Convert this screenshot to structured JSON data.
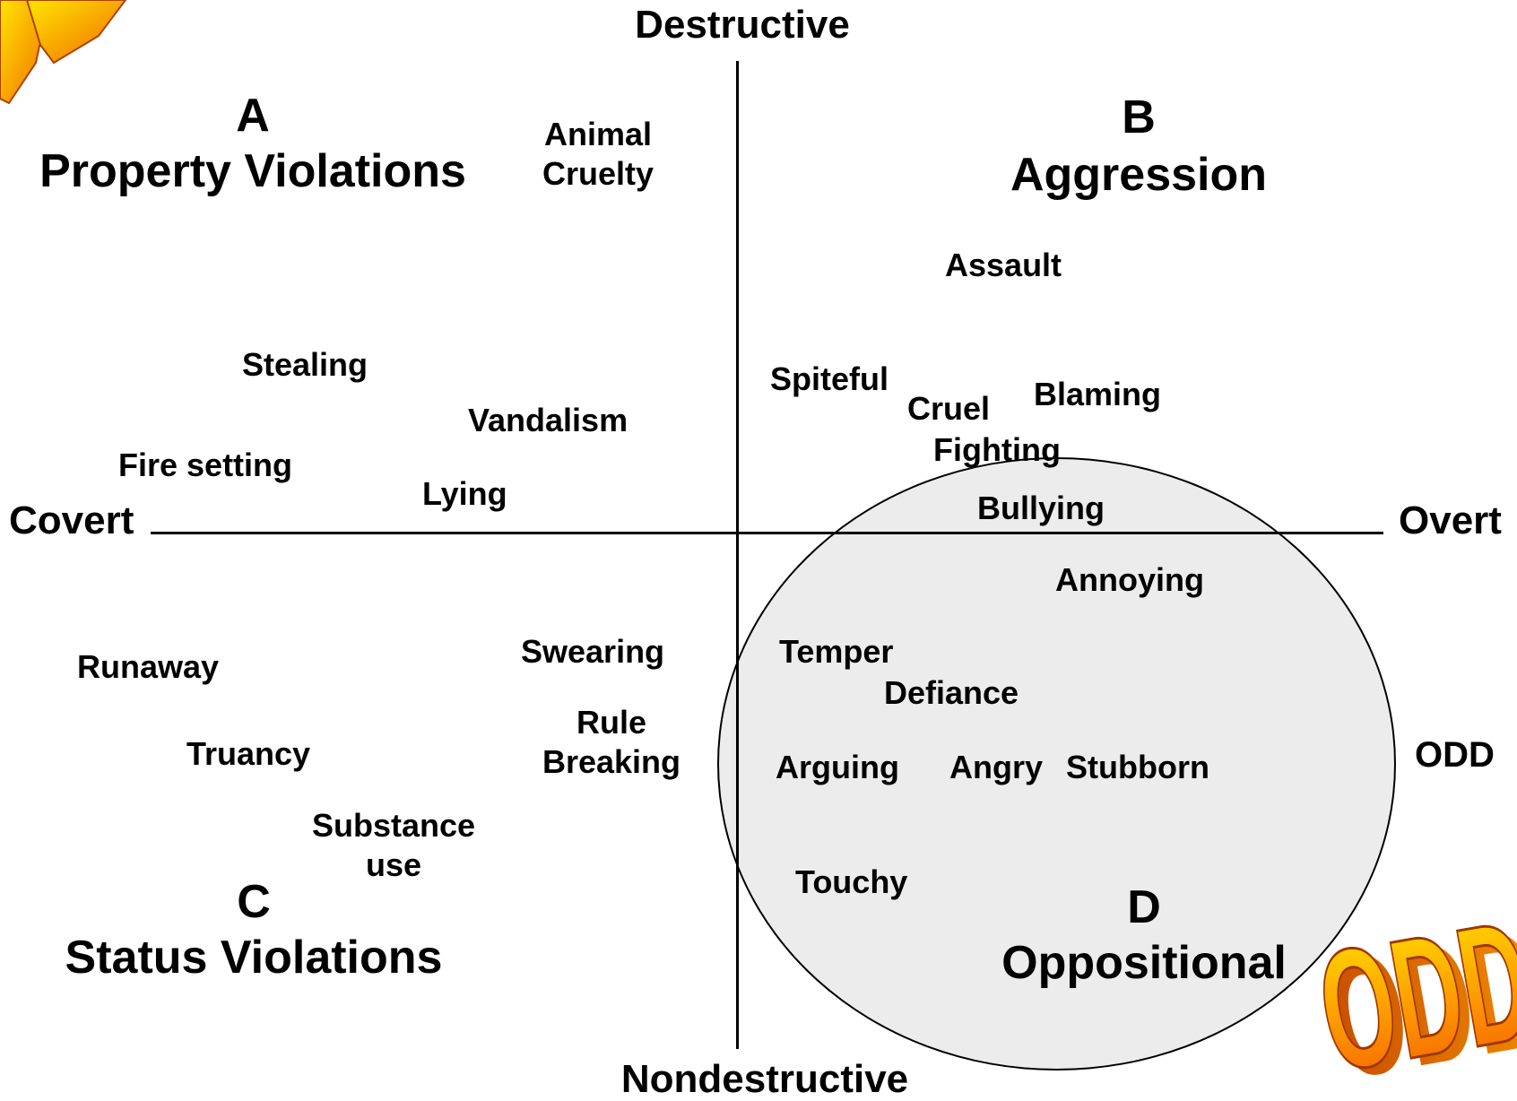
{
  "axes": {
    "top": "Destructive",
    "bottom": "Nondestructive",
    "left": "Covert",
    "right": "Overt"
  },
  "quadrants": {
    "a": {
      "letter": "A",
      "title": "Property Violations"
    },
    "b": {
      "letter": "B",
      "title": "Aggression"
    },
    "c": {
      "letter": "C",
      "title": "Status Violations"
    },
    "d": {
      "letter": "D",
      "title": "Oppositional"
    }
  },
  "behaviors": {
    "animal_cruelty": [
      "Animal",
      "Cruelty"
    ],
    "stealing": "Stealing",
    "vandalism": "Vandalism",
    "fire_setting": "Fire setting",
    "lying": "Lying",
    "assault": "Assault",
    "spiteful": "Spiteful",
    "cruel": "Cruel",
    "blaming": "Blaming",
    "fighting": "Fighting",
    "bullying": "Bullying",
    "annoying": "Annoying",
    "runaway": "Runaway",
    "swearing": "Swearing",
    "rule_breaking": [
      "Rule",
      "Breaking"
    ],
    "truancy": "Truancy",
    "substance_use": [
      "Substance",
      "use"
    ],
    "temper": "Temper",
    "defiance": "Defiance",
    "arguing": "Arguing",
    "angry": "Angry",
    "stubborn": "Stubborn",
    "touchy": "Touchy"
  },
  "side_label": "ODD",
  "logo_text": "ODD",
  "colors": {
    "circle_fill": "#ececec",
    "wordart_orange": "#f28a00",
    "wordart_yellow": "#ffe600"
  }
}
